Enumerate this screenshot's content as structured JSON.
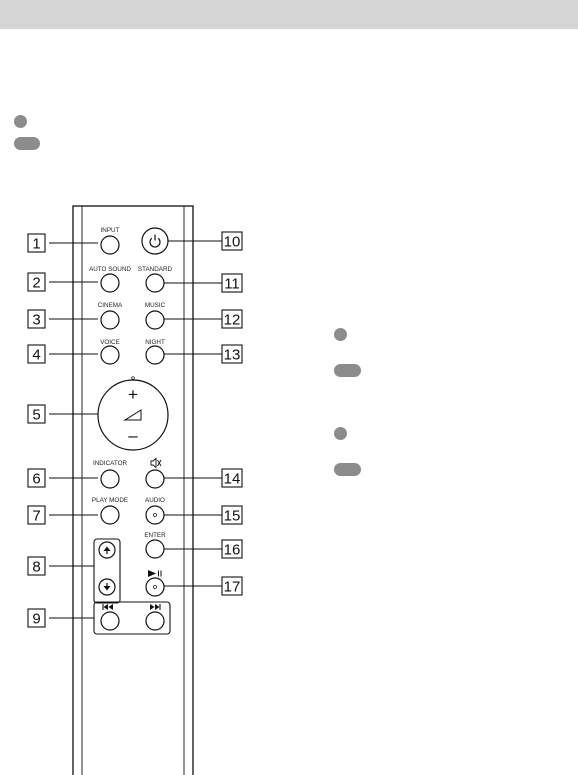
{
  "callouts": {
    "n1": "1",
    "n2": "2",
    "n3": "3",
    "n4": "4",
    "n5": "5",
    "n6": "6",
    "n7": "7",
    "n8": "8",
    "n9": "9",
    "n10": "10",
    "n11": "11",
    "n12": "12",
    "n13": "13",
    "n14": "14",
    "n15": "15",
    "n16": "16",
    "n17": "17"
  },
  "buttons": {
    "input": "INPUT",
    "auto_sound": "AUTO SOUND",
    "standard": "STANDARD",
    "cinema": "CINEMA",
    "music": "MUSIC",
    "voice": "VOICE",
    "night": "NIGHT",
    "indicator": "INDICATOR",
    "play_mode": "PLAY MODE",
    "audio": "AUDIO",
    "enter": "ENTER",
    "vol_plus": "+",
    "vol_minus": "–"
  },
  "icons": {
    "power": "power-icon",
    "mute": "mute-icon",
    "volume": "volume-ramp-icon",
    "up": "arrow-up-icon",
    "down": "arrow-down-icon",
    "prev": "previous-track-icon",
    "next": "next-track-icon",
    "play_pause": "play-pause-icon"
  },
  "colors": {
    "header_bar": "#d5d5d5",
    "legend_marker": "#8c8c8c"
  }
}
